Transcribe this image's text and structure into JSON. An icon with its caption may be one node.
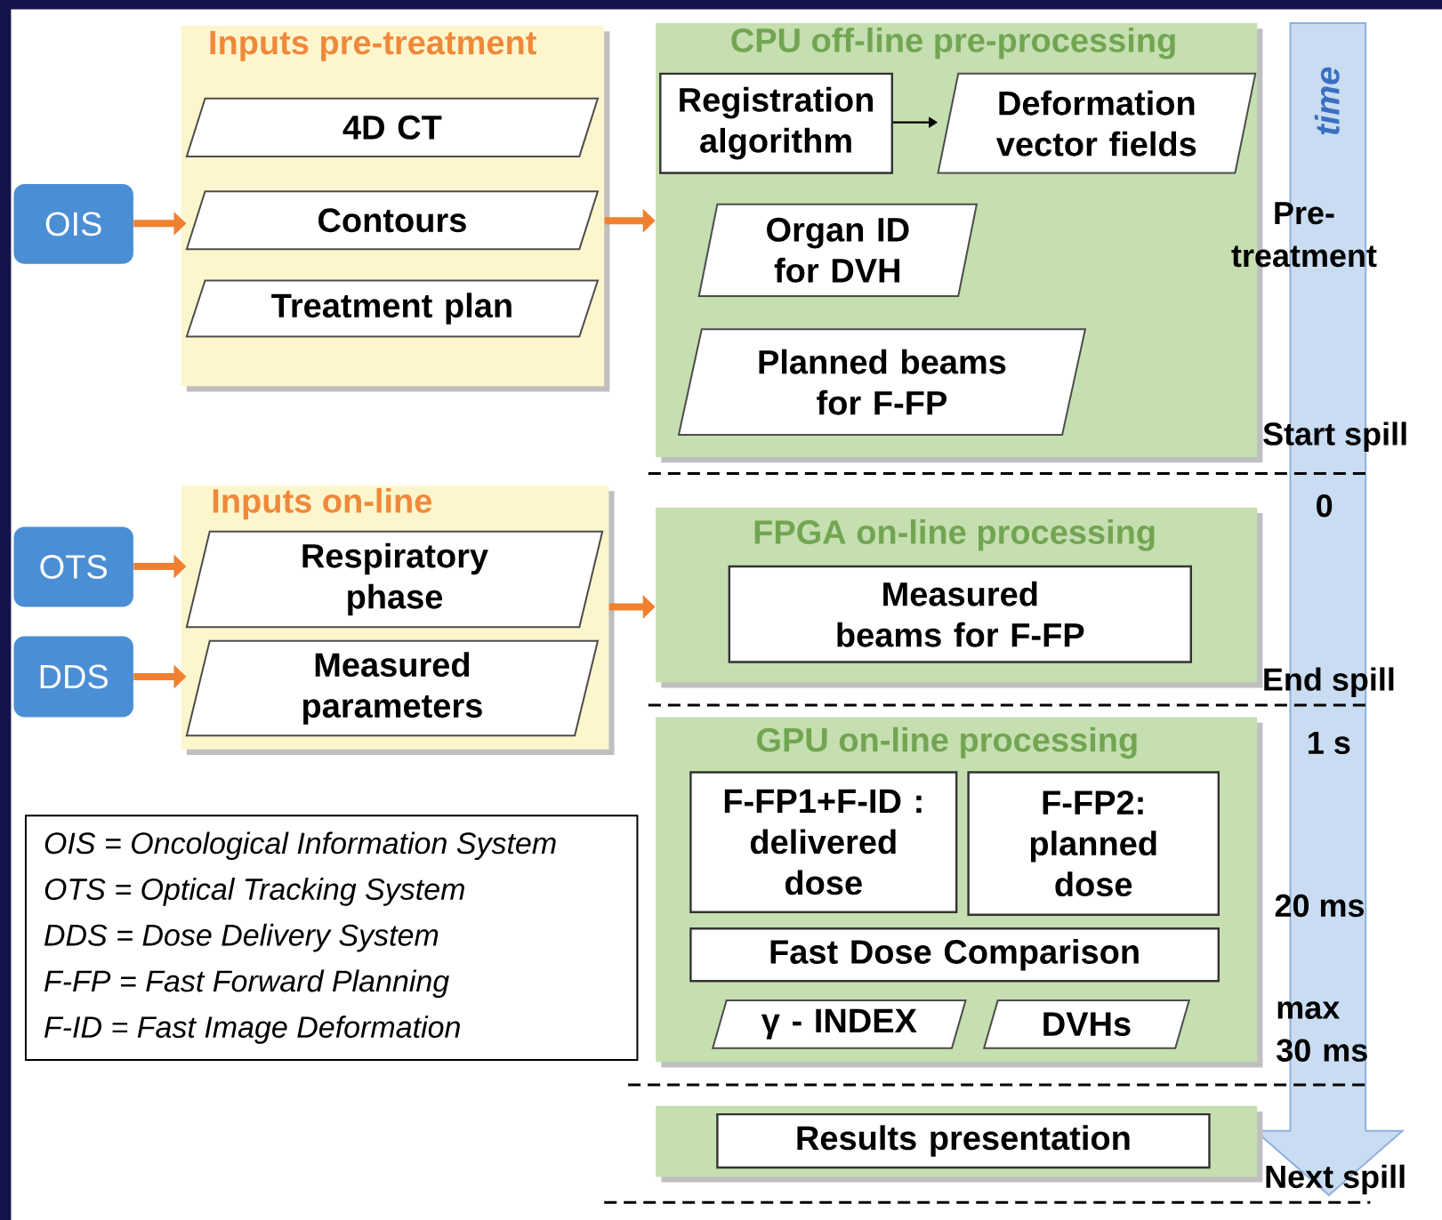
{
  "diagram": {
    "nodes": [
      {
        "text": [
          "Inputs pre-treatment"
        ]
      },
      {
        "text": [
          "4D CT"
        ],
        "in": 0
      },
      {
        "text": [
          "Contours"
        ],
        "in": 0
      },
      {
        "text": [
          "Treatment plan"
        ],
        "in": 0
      },
      {
        "text": [
          "CPU off-line pre-processing"
        ]
      },
      {
        "text": [
          "Registration algorithm"
        ],
        "in": 4
      },
      {
        "text": [
          "Deformation vector fields"
        ],
        "in": 4
      },
      {
        "text": [
          "Organ ID for DVH"
        ],
        "in": 4
      },
      {
        "text": [
          "Planned beams for F-FP"
        ],
        "in": 4
      },
      {
        "text": [
          "OIS"
        ]
      },
      {
        "text": [
          "Inputs on-line"
        ]
      },
      {
        "text": [
          "Respiratory phase"
        ],
        "in": 10
      },
      {
        "text": [
          "Measured parameters"
        ],
        "in": 10
      },
      {
        "text": [
          "OTS"
        ]
      },
      {
        "text": [
          "DDS"
        ]
      },
      {
        "text": [
          "FPGA on-line processing"
        ]
      },
      {
        "text": [
          "Measured beams for F-FP"
        ],
        "in": 15
      },
      {
        "text": [
          "GPU on-line processing"
        ]
      },
      {
        "text": [
          "F-FP1+F-ID : delivered dose"
        ],
        "in": 17
      },
      {
        "text": [
          "F-FP2: planned dose"
        ],
        "in": 17
      },
      {
        "text": [
          "Fast Dose Comparison"
        ],
        "in": 17
      },
      {
        "text": [
          "γ - INDEX"
        ],
        "in": 17
      },
      {
        "text": [
          "DVHs"
        ],
        "in": 17
      },
      {
        "text": [],
        "shape": "box"
      },
      {
        "text": [
          "Results presentation"
        ],
        "in": 23
      }
    ],
    "edges": [
      {
        "from": 9,
        "to": 2,
        "arrow": "to"
      },
      {
        "from": 0,
        "to": 4,
        "arrow": "to"
      },
      {
        "from": 5,
        "to": 6,
        "arrow": "to",
        "color": "#000000"
      },
      {
        "from": 13,
        "to": 11,
        "arrow": "to"
      },
      {
        "from": 14,
        "to": 12,
        "arrow": "to"
      },
      {
        "from": 10,
        "to": 15,
        "arrow": "to"
      }
    ],
    "labels": [
      "time",
      "Pre-treatment",
      "Start spill",
      "0",
      "End spill",
      "1 s",
      "OIS = Oncological Information System",
      "OTS = Optical Tracking System",
      "DDS = Dose Delivery System",
      "F-FP = Fast Forward Planning",
      "F-ID = Fast Image Deformation",
      "20 ms",
      "max 30 ms",
      "Next spill"
    ]
  }
}
